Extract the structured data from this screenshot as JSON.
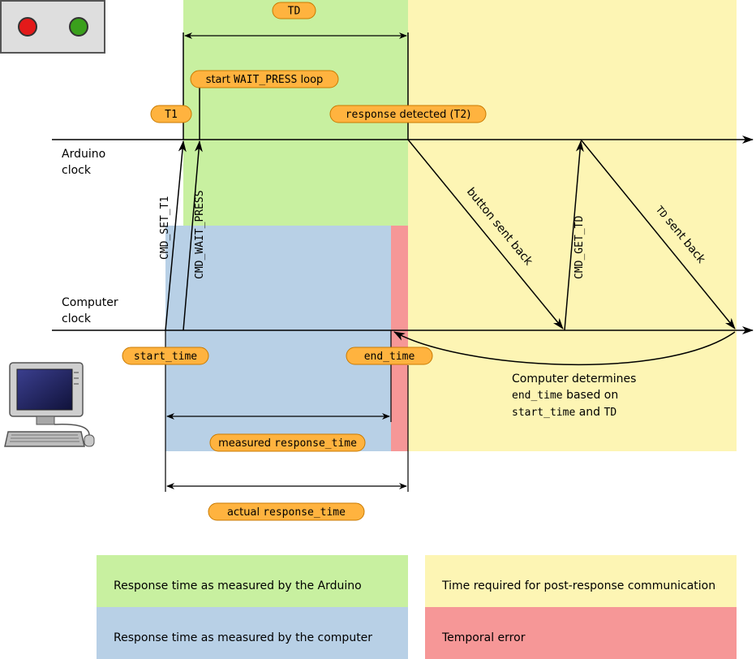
{
  "colors": {
    "green": "#c8f0a0",
    "blue": "#b8d0e6",
    "yellow": "#fdf5b4",
    "red": "#f69797",
    "pill": "#ffb33f",
    "pill_stroke": "#c97a00"
  },
  "timeline": {
    "arduino_line1": "Arduino",
    "arduino_line2": "clock",
    "computer_line1": "Computer",
    "computer_line2": "clock"
  },
  "pills": {
    "td": "TD",
    "start_loop_a": "start ",
    "start_loop_b": "WAIT_PRESS",
    "start_loop_c": " loop",
    "t1": "T1",
    "resp_a": "response",
    "resp_b": " detected (",
    "resp_c": "T2",
    "resp_d": ")",
    "start_time": "start_time",
    "end_time": "end_time",
    "measured_a": "measured ",
    "measured_b": "response_time",
    "actual_a": "actual ",
    "actual_b": "response_time"
  },
  "arrows": {
    "cmd_set_t1": "CMD_SET_T1",
    "cmd_wait_press": "CMD_WAIT_PRESS",
    "button_sent_back": "button sent back",
    "cmd_get_td": "CMD_GET_TD",
    "td_sent_back_a": "TD",
    "td_sent_back_b": " sent back"
  },
  "note": {
    "line1": "Computer determines",
    "line2_a": "end_time",
    "line2_b": " based on",
    "line3_a": "start_time",
    "line3_b": " and ",
    "line3_c": "TD"
  },
  "legend": {
    "arduino": "Response time as measured by the Arduino",
    "post": "Time required for post-response communication",
    "computer": "Response time as measured by the computer",
    "error": "Temporal error"
  },
  "icons": {
    "device": "arduino-button-box-icon",
    "computer": "desktop-computer-icon"
  }
}
